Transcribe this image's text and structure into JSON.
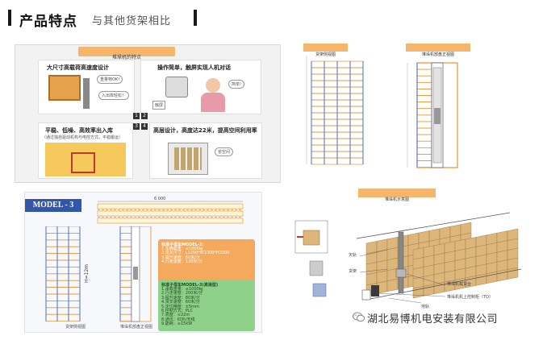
{
  "header": {
    "title": "产品特点",
    "subtitle": "与其他货架相比"
  },
  "panel_features": {
    "banner": "堆垛机的特点",
    "f1_title": "大尺寸高载荷高速度设计",
    "f1_bubble1": "重量物OK!",
    "f1_bubble2": "入出库轻松！",
    "f2_title": "操作简单，触屏实现人机对话",
    "f2_bubble": "简单!",
    "f2_screen": "触屏",
    "num1": "1",
    "num2": "2",
    "num3": "3",
    "num4": "4",
    "f3_title": "平稳、低噪、高效率出入库",
    "f3_note": "（通过独自驱动机构与电控方式，平稳搬运）",
    "f4_title": "高层设计，高度达22米，提高空间利用率",
    "f4_bubble": "省空间"
  },
  "panel_front": {
    "title": "货架侧视图"
  },
  "panel_side": {
    "title": "堆垛机部盘正视图"
  },
  "panel_model": {
    "model_label": "MODEL - 3",
    "height_label": "H=12m",
    "cap_left": "货架侧视图",
    "cap_right": "堆垛机部盘正视图",
    "dim_top": "6 000",
    "box1_title": "标准子母车MODEL-3：",
    "box1_lines": [
      "1.车辆载重：≤1000㎏",
      "2.货叉尺寸：L1200*W1000*H1000",
      "3.提升速度：60米/分",
      "4.行走速度：120米/分"
    ],
    "box2_title": "标准子母车MODEL-3(高速型)",
    "box2_lines": [
      "1.承载重量：≤1000㎏",
      "2.行走速度：200米/分",
      "3.提升速度：80米/分",
      "4.货叉速度：60米/分",
      "5.定位精度：±5mm",
      "6.控制方式：PLC",
      "7.高度：≤22m",
      "8.通讯：红外/无线",
      "9.能耗：≤15kW"
    ]
  },
  "panel_3d": {
    "title": "堆垛机示意图",
    "label_rail": "天轨",
    "label_cargo": "货架",
    "label_crane": "堆垛机载货台",
    "label_ground": "地轨",
    "label_ctrl": "堆垛机机上控制柜（TO）"
  },
  "watermark": {
    "text": "湖北易博机电安装有限公司"
  },
  "colors": {
    "rack_orange": "#e8912e",
    "rack_blue": "#4a6fc4",
    "banner_orange": "#f5b56a",
    "box_orange": "#f4a95c",
    "box_green": "#8fd08a",
    "model_blue": "#3355aa",
    "cargo_tan": "#dcb67a"
  }
}
